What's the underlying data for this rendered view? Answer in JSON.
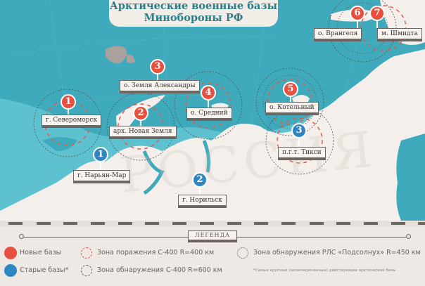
{
  "title": {
    "line1": "Арктические военные базы",
    "line2": "Минобороны РФ"
  },
  "watermark": "РОССИЯ",
  "colors": {
    "sea": "#3eaabb",
    "land": "#f4efeb",
    "new_base": "#e8503e",
    "old_base": "#2f86c0",
    "title_text": "#2b7e8a"
  },
  "bases": {
    "new": [
      {
        "number": "1",
        "label": "г. Североморск"
      },
      {
        "number": "2",
        "label": "арх. Новая Земля"
      },
      {
        "number": "3",
        "label": "о. Земля Александры"
      },
      {
        "number": "4",
        "label": "о. Средний"
      },
      {
        "number": "5",
        "label": "о. Котельный"
      },
      {
        "number": "6",
        "label": "о. Врангеля"
      },
      {
        "number": "7",
        "label": "м. Шмидта"
      }
    ],
    "old": [
      {
        "number": "1",
        "label": "г. Нарьян-Мар"
      },
      {
        "number": "2",
        "label": "г. Норильск"
      },
      {
        "number": "3",
        "label": "п.г.т. Тикси"
      }
    ]
  },
  "legend": {
    "title": "ЛЕГЕНДА",
    "new_bases": "Новые базы",
    "old_bases": "Старые базы*",
    "s400_strike": "Зона поражения С-400 R=400 км",
    "s400_detect": "Зона обнаружения С-400 R=600 км",
    "radar_detect": "Зона обнаружения РЛС «Подсолнух» R=450 км",
    "footnote": "*Самые крупные (незасекреченные) действующие арктические базы"
  }
}
